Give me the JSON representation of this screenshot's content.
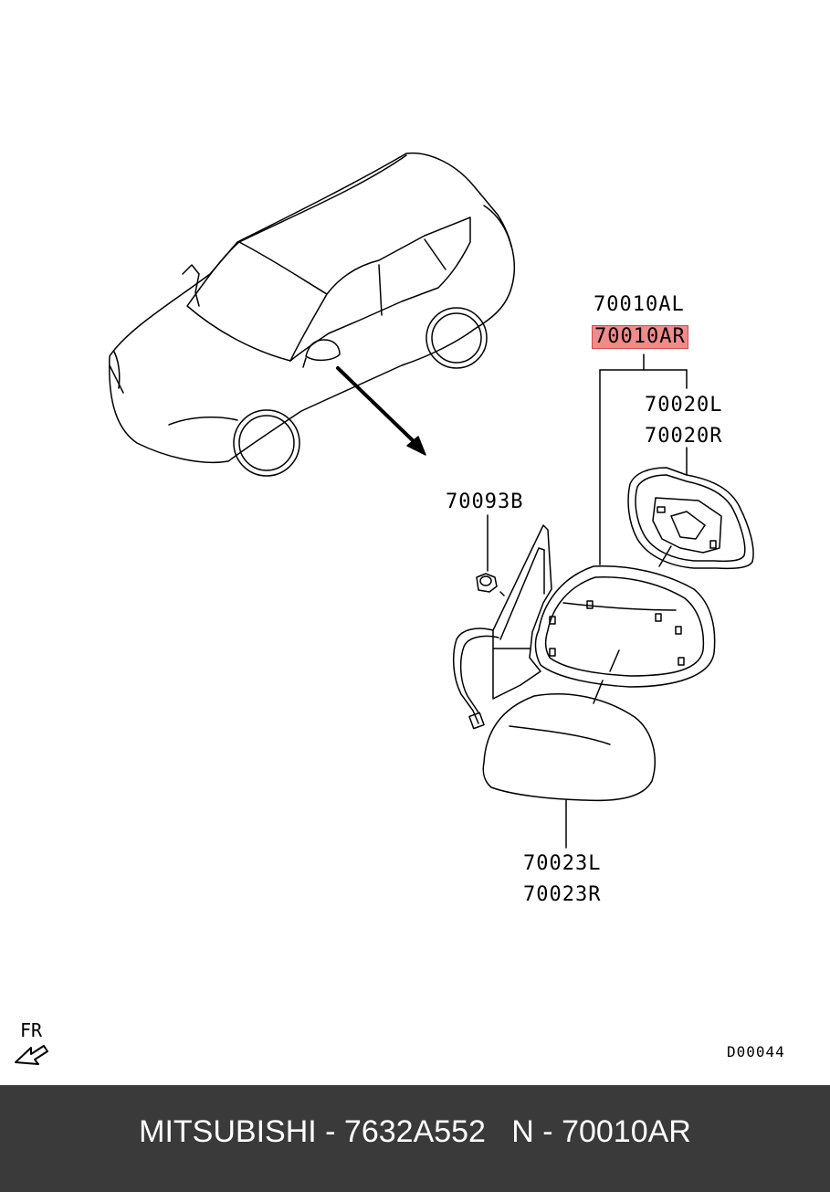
{
  "labels": {
    "assembly_l": "70010AL",
    "assembly_r": "70010AR",
    "glass_l": "70020L",
    "glass_r": "70020R",
    "nut": "70093B",
    "cover_l": "70023L",
    "cover_r": "70023R"
  },
  "highlight_color": "#f08b8b",
  "front_indicator": "FR",
  "diagram_code": "D00044",
  "footer": {
    "text": "MITSUBISHI - 7632A552   N - 70010AR"
  }
}
